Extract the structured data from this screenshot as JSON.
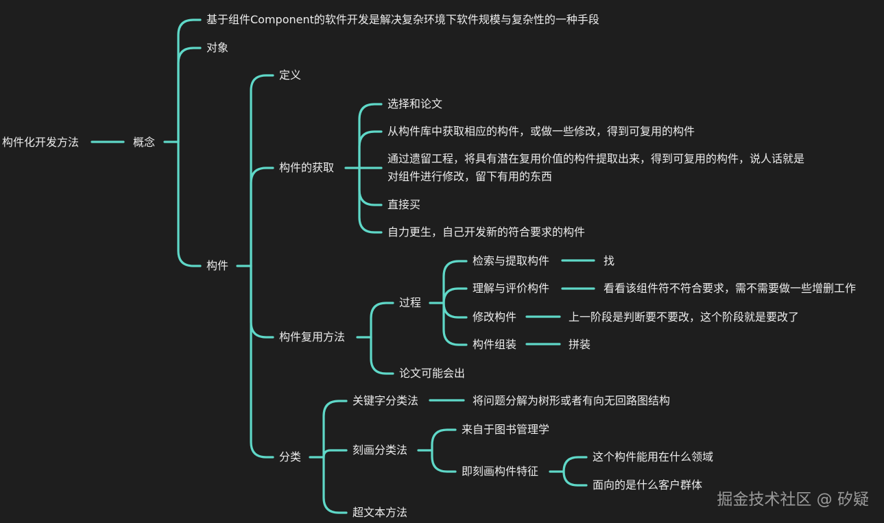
{
  "mindmap": {
    "root": "构件化开发方法",
    "concept": "概念",
    "concept_def": "基于组件Component的软件开发是解决复杂环境下软件规模与复杂性的一种手段",
    "object": "对象",
    "component": "构件",
    "definition": "定义",
    "acquisition": "构件的获取",
    "acq_items": [
      "选择和论文",
      "从构件库中获取相应的构件，或做一些修改，得到可复用的构件",
      "通过遗留工程，将具有潜在复用价值的构件提取出来，得到可复用的构件，说人话就是",
      "对组件进行修改，留下有用的东西",
      "直接买",
      "自力更生，自己开发新的符合要求的构件"
    ],
    "reuse": "构件复用方法",
    "process": "过程",
    "process_steps": [
      {
        "step": "检索与提取构件",
        "note": "找"
      },
      {
        "step": "理解与评价构件",
        "note": "看看该组件符不符合要求，需不需要做一些增删工作"
      },
      {
        "step": "修改构件",
        "note": "上一阶段是判断要不要改，这个阶段就是要改了"
      },
      {
        "step": "构件组装",
        "note": "拼装"
      }
    ],
    "thesis": "论文可能会出",
    "classification": "分类",
    "keyword": "关键字分类法",
    "keyword_note": "将问题分解为树形或者有向无回路图结构",
    "facet": "刻画分类法",
    "facet_source": "来自于图书管理学",
    "facet_feature": "即刻画构件特征",
    "facet_questions": [
      "这个构件能用在什么领域",
      "面向的是什么客户群体"
    ],
    "hypertext": "超文本方法"
  },
  "watermark": "掘金技术社区 @ 矽疑",
  "colors": {
    "background": "#1e1e1e",
    "edge": "#5fd8c8",
    "text": "#ececec"
  }
}
